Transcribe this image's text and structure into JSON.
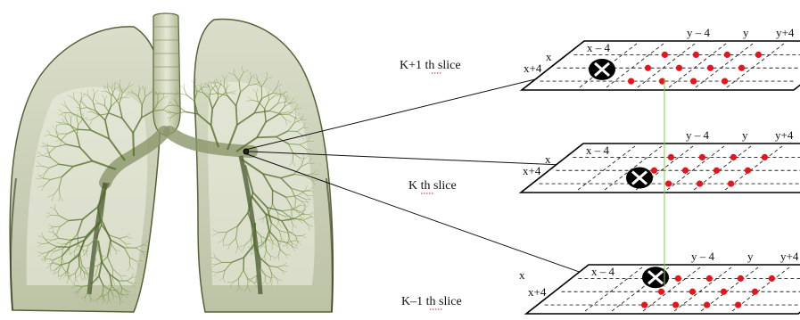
{
  "slices": [
    {
      "label_main": "K+1 ",
      "label_th": "th",
      "label_tail": " slice",
      "coords": {
        "x": "x",
        "x_minus": "x – 4",
        "x_plus": "x+4",
        "y": "y",
        "y_minus": "y – 4",
        "y_plus": "y+4"
      }
    },
    {
      "label_main": "K ",
      "label_th": "th",
      "label_tail": " slice",
      "coords": {
        "x": "x",
        "x_minus": "x – 4",
        "x_plus": "x+4",
        "y": "y",
        "y_minus": "y – 4",
        "y_plus": "y+4"
      }
    },
    {
      "label_main": "K–1 ",
      "label_th": "th",
      "label_tail": " slice",
      "coords": {
        "x": "x",
        "x_minus": "x – 4",
        "x_plus": "x+4",
        "y": "y",
        "y_minus": "y – 4",
        "y_plus": "y+4"
      }
    }
  ],
  "colors": {
    "neighbor_point": "#e8141b",
    "center_marker": "#000000",
    "link_line": "#7ad14a",
    "lung_fill": "#c8cfb4",
    "airway": "#5d7a2f",
    "underline": "#cc2222"
  }
}
